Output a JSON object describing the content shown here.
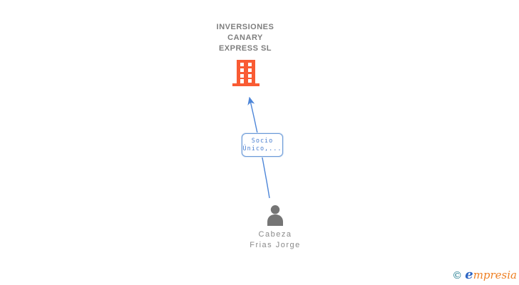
{
  "diagram": {
    "company": {
      "name_lines": [
        "INVERSIONES",
        "CANARY",
        "EXPRESS  SL"
      ],
      "icon": "building-icon",
      "icon_color": "#f95b33",
      "text_color": "#7e7e7e"
    },
    "relationship": {
      "label_lines": [
        "Socio",
        "Único,..."
      ],
      "direction": "person-to-company",
      "arrow_color": "#4c85d8",
      "box_border_color": "#6b9ad8",
      "text_color": "#4b7fd0"
    },
    "person": {
      "name_lines": [
        "Cabeza",
        "Frias Jorge"
      ],
      "icon": "person-icon",
      "icon_color": "#757575",
      "text_color": "#8a8a8a"
    }
  },
  "footer": {
    "copyright_symbol": "©",
    "brand_initial": "e",
    "brand_rest": "mpresia",
    "copyright_color": "#1f7a8e",
    "brand_initial_color": "#2d66c4",
    "brand_rest_color": "#ee7f22"
  }
}
